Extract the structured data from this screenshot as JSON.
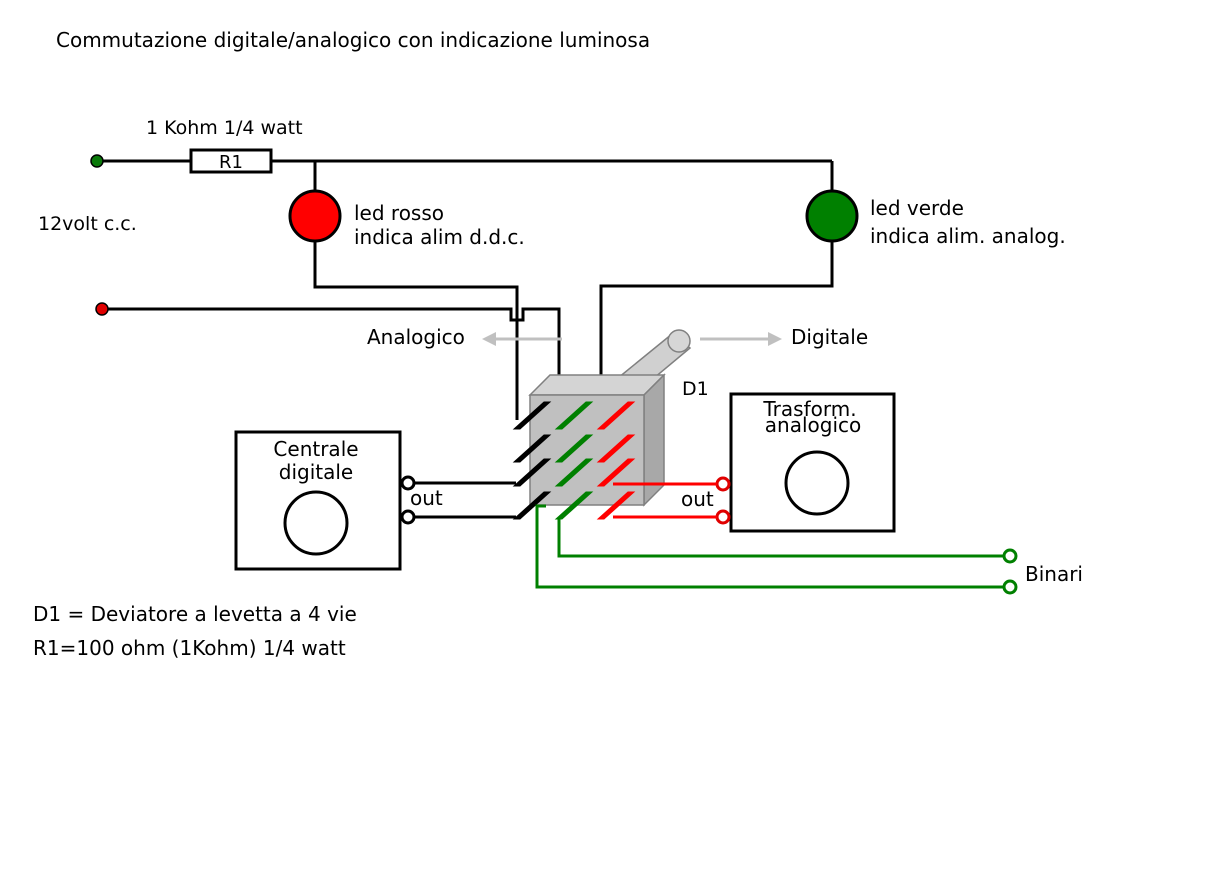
{
  "title": "Commutazione digitale/analogico con indicazione luminosa",
  "resistor": {
    "label": "R1",
    "rating": "1 Kohm 1/4 watt"
  },
  "supply": {
    "label": "12volt c.c."
  },
  "led_red": {
    "line1": "led rosso",
    "line2": "indica alim d.d.c."
  },
  "led_green": {
    "line1": "led verde",
    "line2": "indica alim. analog."
  },
  "switch": {
    "label": "D1",
    "left_label": "Analogico",
    "right_label": "Digitale"
  },
  "central": {
    "line1": "Centrale",
    "line2": "digitale",
    "out": "out"
  },
  "transformer": {
    "line1": "Trasform.",
    "line2": "analogico",
    "out": "out"
  },
  "tracks": {
    "label": "Binari"
  },
  "notes": {
    "line1": "D1 = Deviatore a levetta a 4 vie",
    "line2": "R1=100 ohm (1Kohm) 1/4 watt"
  },
  "colors": {
    "wire": "#000000",
    "led_red": "#ff0000",
    "led_green": "#008000",
    "wire_red": "#ff0000",
    "wire_green": "#008000",
    "arrow_gray": "#c0c0c0",
    "switch_body": "#c0c0c0",
    "switch_top": "#d4d4d4",
    "switch_side": "#a8a8a8",
    "terminal_red": "#e00000",
    "terminal_green": "#0a7a0a"
  }
}
